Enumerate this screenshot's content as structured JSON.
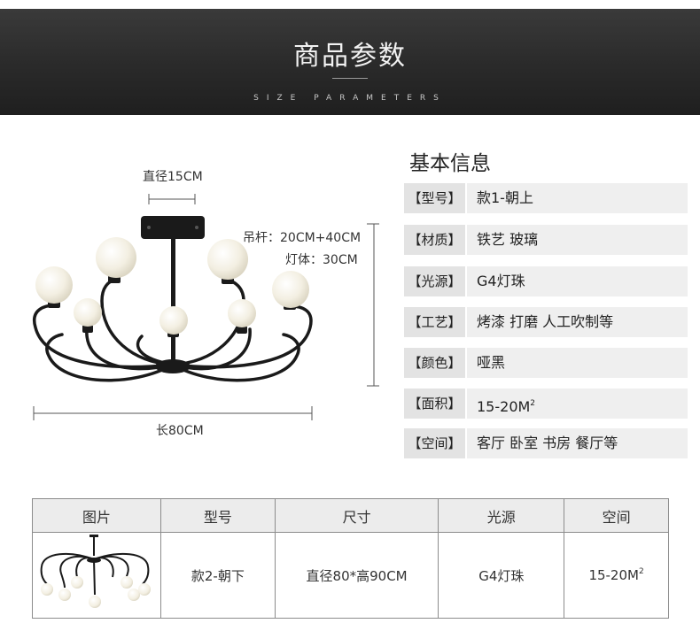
{
  "banner": {
    "title": "商品参数",
    "subtitle": "SIZE PARAMETERS"
  },
  "dimensions": {
    "diameter": "直径15CM",
    "rod": "吊杆：20CM+40CM",
    "body": "灯体：30CM",
    "length": "长80CM"
  },
  "info": {
    "title": "基本信息",
    "rows": [
      {
        "label": "【型号】",
        "value": "款1-朝上"
      },
      {
        "label": "【材质】",
        "value": "铁艺  玻璃"
      },
      {
        "label": "【光源】",
        "value": "G4灯珠"
      },
      {
        "label": "【工艺】",
        "value": "烤漆  打磨  人工吹制等"
      },
      {
        "label": "【颜色】",
        "value": "哑黑"
      },
      {
        "label": "【面积】",
        "value": "15-20M",
        "sup": "2"
      },
      {
        "label": "【空间】",
        "value": "客厅  卧室  书房  餐厅等"
      }
    ]
  },
  "table": {
    "headers": [
      "图片",
      "型号",
      "尺寸",
      "光源",
      "空间"
    ],
    "row": {
      "model": "款2-朝下",
      "size": "直径80*高90CM",
      "light": "G4灯珠",
      "space": "15-20M",
      "space_sup": "2"
    }
  },
  "colors": {
    "banner": "#2b2b2b",
    "metal": "#1a1a1a",
    "glass": "#f3efe2"
  }
}
